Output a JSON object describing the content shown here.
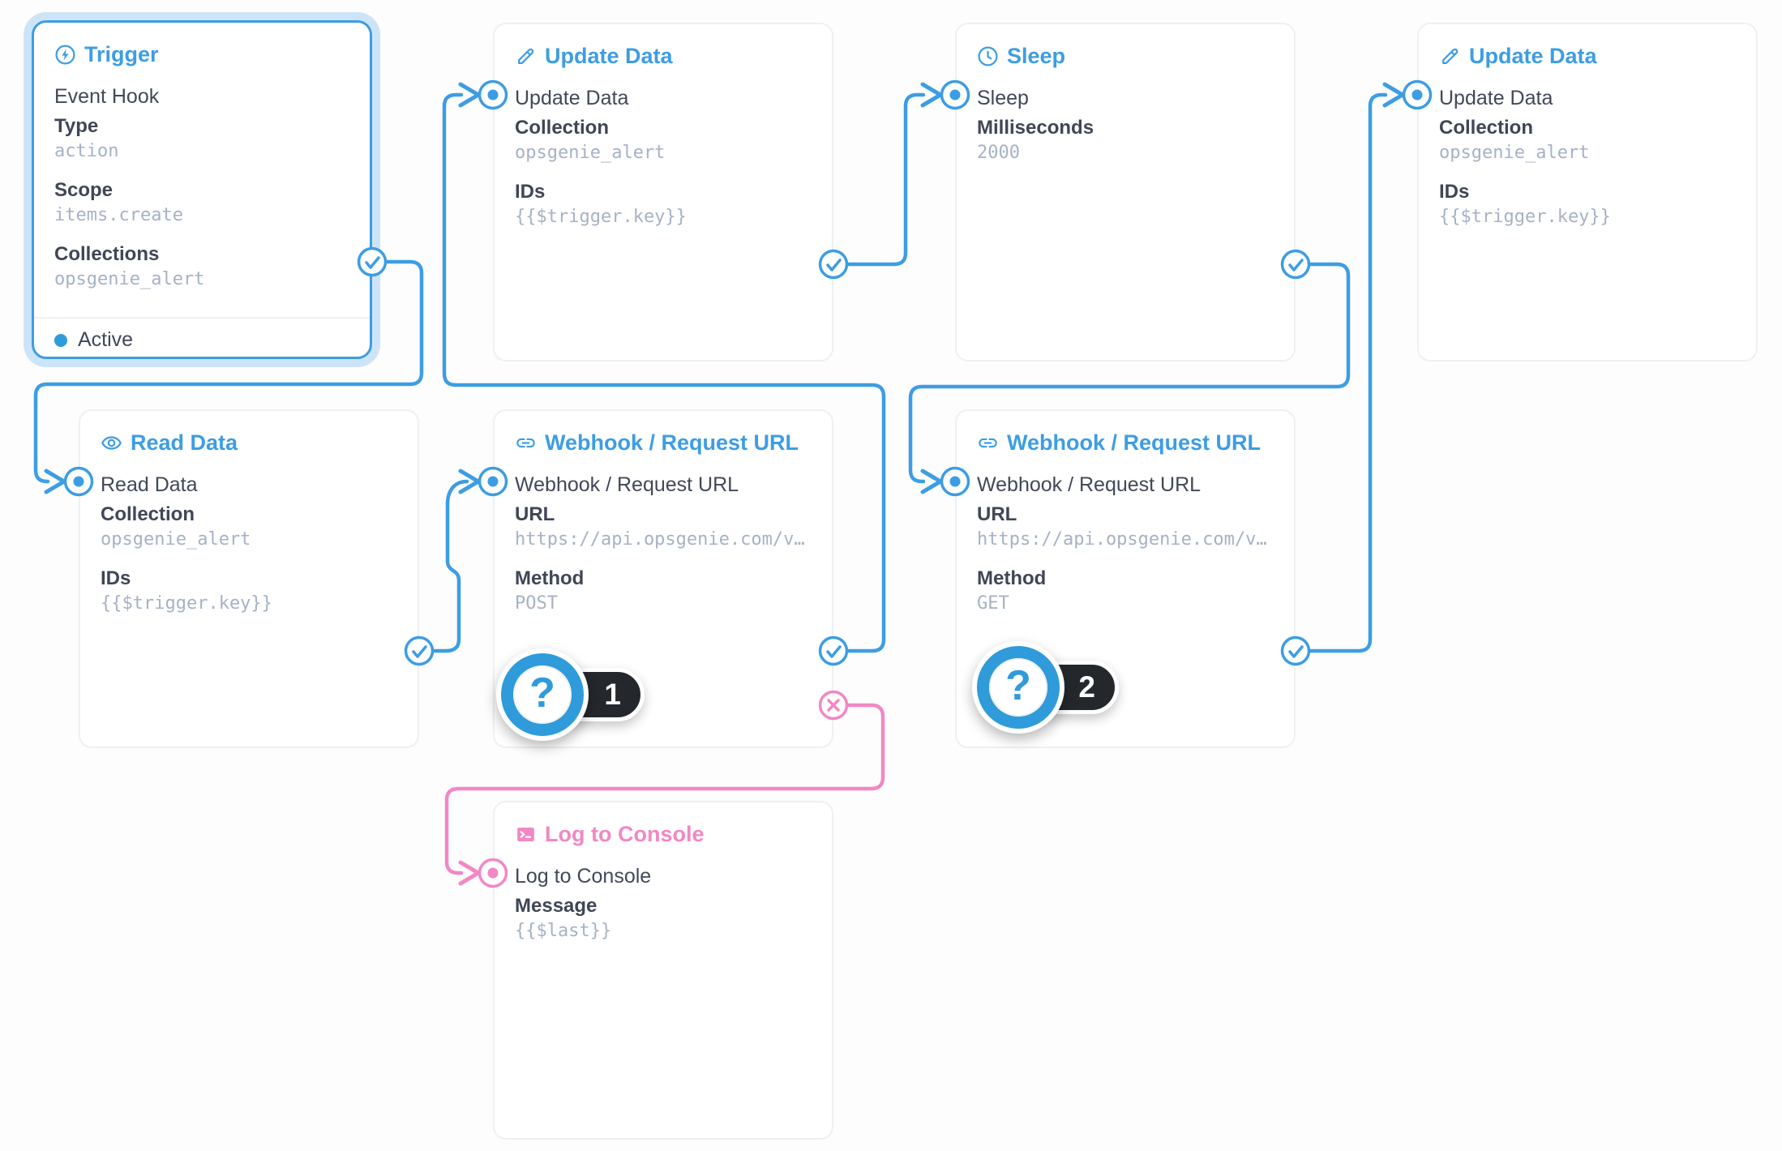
{
  "colors": {
    "accent_blue": "#3d9de3",
    "accent_pink": "#f287c5",
    "badge_blue": "#2f9bda",
    "badge_pill_black": "#24282c",
    "value_text": "#a6b2c5",
    "label_text": "#3f4655"
  },
  "nodes": {
    "trigger": {
      "title": "Trigger",
      "name": "Event Hook",
      "fields": [
        {
          "label": "Type",
          "value": "action"
        },
        {
          "label": "Scope",
          "value": "items.create"
        },
        {
          "label": "Collections",
          "value": "opsgenie_alert"
        }
      ],
      "status": "Active"
    },
    "update_data_1": {
      "title": "Update Data",
      "name": "Update Data",
      "fields": [
        {
          "label": "Collection",
          "value": "opsgenie_alert"
        },
        {
          "label": "IDs",
          "value": "{{$trigger.key}}"
        }
      ]
    },
    "sleep": {
      "title": "Sleep",
      "name": "Sleep",
      "fields": [
        {
          "label": "Milliseconds",
          "value": "2000"
        }
      ]
    },
    "update_data_2": {
      "title": "Update Data",
      "name": "Update Data",
      "fields": [
        {
          "label": "Collection",
          "value": "opsgenie_alert"
        },
        {
          "label": "IDs",
          "value": "{{$trigger.key}}"
        }
      ]
    },
    "read_data": {
      "title": "Read Data",
      "name": "Read Data",
      "fields": [
        {
          "label": "Collection",
          "value": "opsgenie_alert"
        },
        {
          "label": "IDs",
          "value": "{{$trigger.key}}"
        }
      ]
    },
    "webhook_1": {
      "title": "Webhook / Request URL",
      "name": "Webhook / Request URL",
      "fields": [
        {
          "label": "URL",
          "value": "https://api.opsgenie.com/v…"
        },
        {
          "label": "Method",
          "value": "POST"
        }
      ]
    },
    "webhook_2": {
      "title": "Webhook / Request URL",
      "name": "Webhook / Request URL",
      "fields": [
        {
          "label": "URL",
          "value": "https://api.opsgenie.com/v…"
        },
        {
          "label": "Method",
          "value": "GET"
        }
      ]
    },
    "log_console": {
      "title": "Log to Console",
      "name": "Log to Console",
      "fields": [
        {
          "label": "Message",
          "value": "{{$last}}"
        }
      ]
    }
  },
  "badges": [
    {
      "number": "1"
    },
    {
      "number": "2"
    }
  ]
}
